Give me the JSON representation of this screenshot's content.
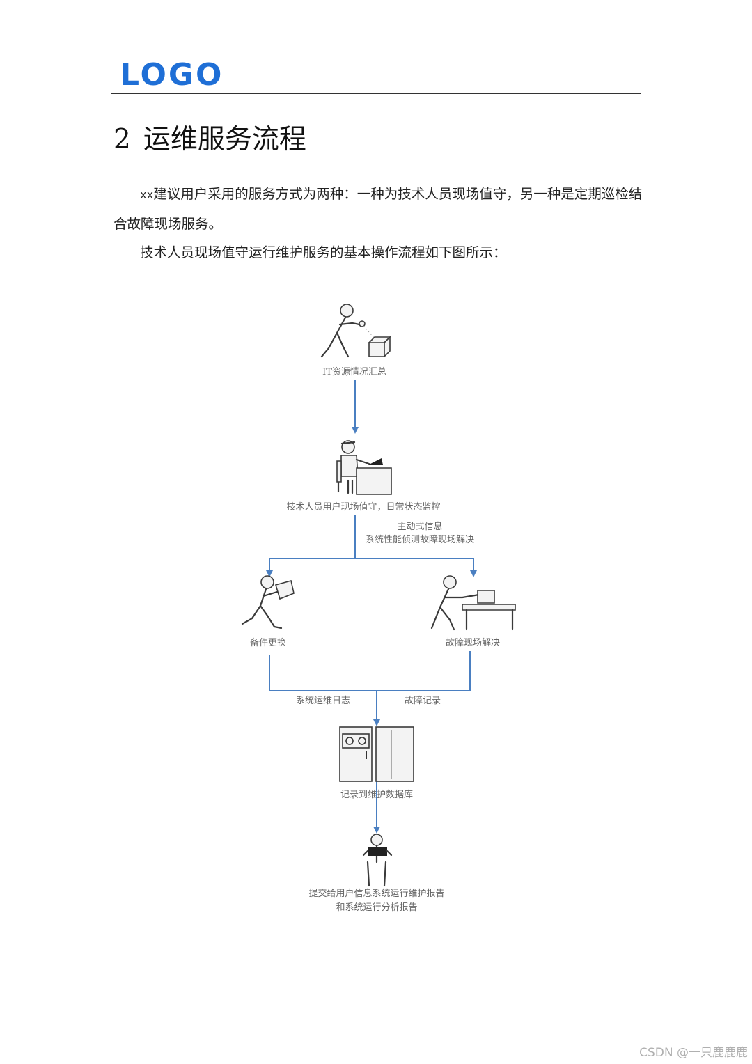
{
  "header": {
    "logo_text": "LOGO"
  },
  "section": {
    "number": "2",
    "title": "运维服务流程",
    "para1_prefix": "xx",
    "para1_text": "建议用户采用的服务方式为两种：一种为技术人员现场值守，另一种是定期巡检结合故障现场服务。",
    "para2_text": "技术人员现场值守运行维护服务的基本操作流程如下图所示："
  },
  "flow": {
    "step1": "IT资源情况汇总",
    "step2": "技术人员用户现场值守，日常状态监控",
    "branch_note_line1": "主动式信息",
    "branch_note_line2": "系统性能侦测故障现场解决",
    "left_step": "备件更换",
    "right_step": "故障现场解决",
    "left_merge_label": "系统运维日志",
    "right_merge_label": "故障记录",
    "db_step": "记录到维护数据库",
    "final_line1": "提交给用户信息系统运行维护报告",
    "final_line2": "和系统运行分析报告"
  },
  "colors": {
    "logo": "#1f6fd6",
    "arrow": "#4a7fc1"
  },
  "watermark": "CSDN @一只鹿鹿鹿"
}
